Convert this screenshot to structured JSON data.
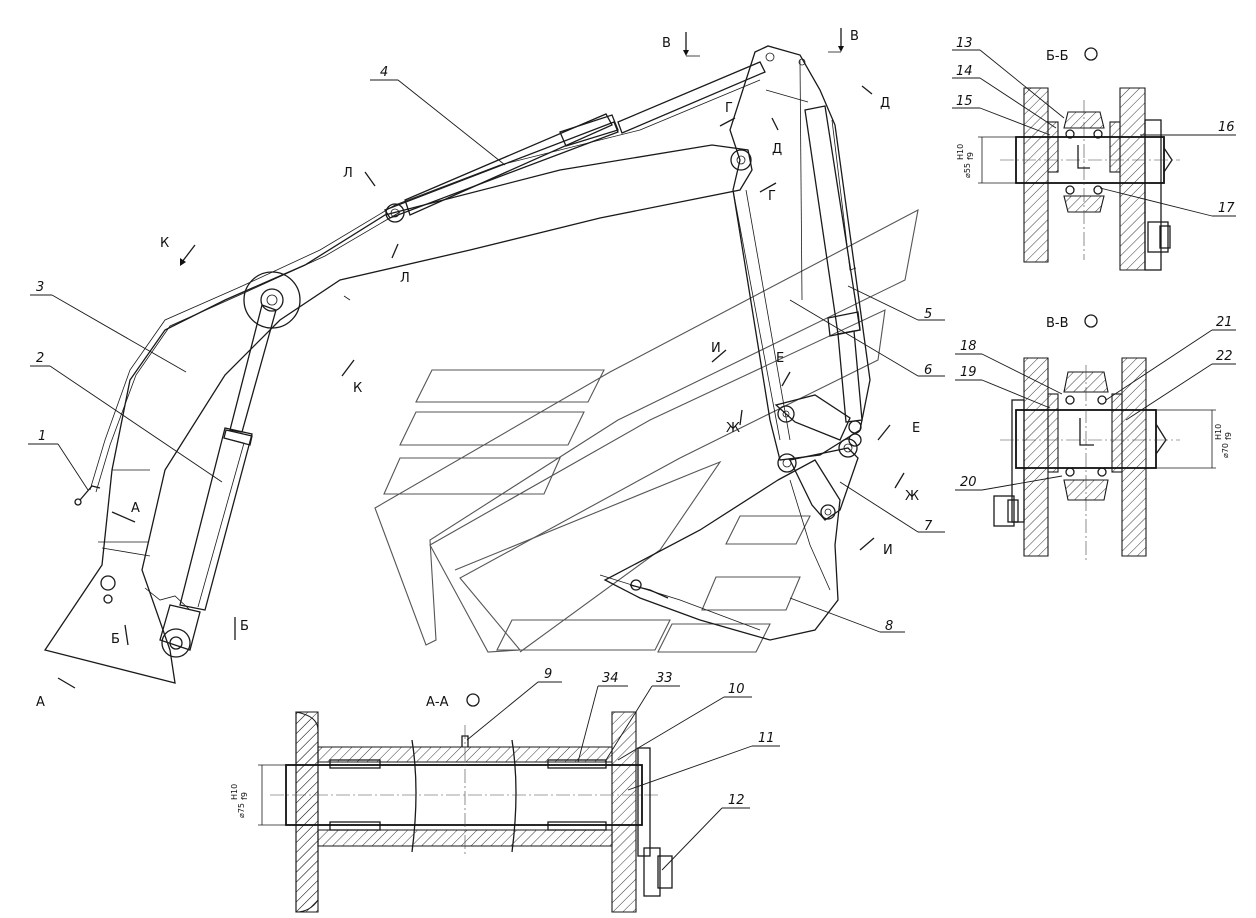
{
  "part_labels": [
    "1",
    "2",
    "3",
    "4",
    "5",
    "6",
    "7",
    "8",
    "9",
    "10",
    "11",
    "12",
    "13",
    "14",
    "15",
    "16",
    "17",
    "18",
    "19",
    "20",
    "21",
    "22",
    "33",
    "34"
  ],
  "section_titles": {
    "aa": "А-А",
    "bb": "Б-Б",
    "vv": "В-В"
  },
  "cut_letters": {
    "a": "А",
    "b": "Б",
    "v": "В",
    "g": "Г",
    "d": "Д",
    "e": "Е",
    "zh": "Ж",
    "i": "И",
    "k": "К",
    "l": "Л"
  },
  "dimensions": {
    "aa_diam": "⌀75",
    "bb_diam": "⌀55",
    "vv_diam": "⌀70",
    "fit_top": "H10",
    "fit_bottom": "f9"
  }
}
